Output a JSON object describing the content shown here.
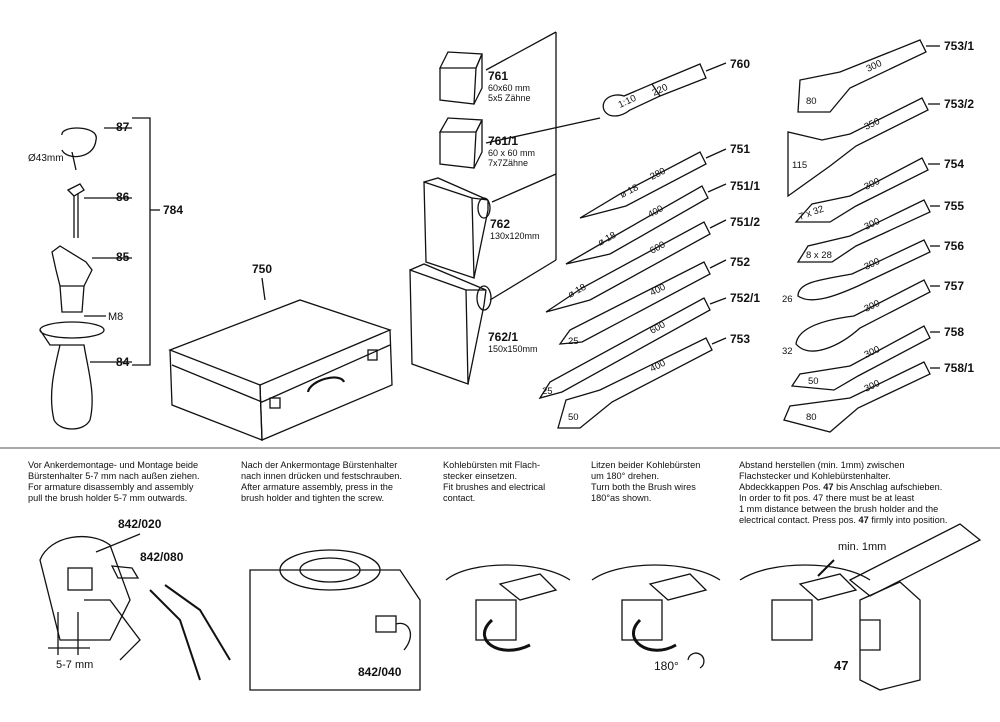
{
  "top_labels": {
    "n87": "87",
    "n86": "86",
    "n85": "85",
    "n84": "84",
    "n784": "784",
    "m8": "M8",
    "d43": "Ø43mm",
    "n750": "750",
    "n761": "761",
    "n761_l1": "60x60 mm",
    "n761_l2": "5x5 Zähne",
    "n761_1": "761/1",
    "n761_1_l1": "60 x 60 mm",
    "n761_1_l2": "7x7Zähne",
    "n762": "762",
    "n762_l1": "130x120mm",
    "n762_1": "762/1",
    "n762_1_l1": "150x150mm",
    "n760": "760",
    "n751": "751",
    "n751_1": "751/1",
    "n751_2": "751/2",
    "n752": "752",
    "n752_1": "752/1",
    "n753": "753",
    "n753_1": "753/1",
    "n753_2": "753/2",
    "n754": "754",
    "n755": "755",
    "n756": "756",
    "n757": "757",
    "n758": "758",
    "n758_1": "758/1"
  },
  "tool_dims": {
    "t760a": "1:10",
    "t760b": "220",
    "t751a": "ø 18",
    "t751b": "280",
    "t7511a": "ø 18",
    "t7511b": "400",
    "t7512a": "ø 18",
    "t7512b": "600",
    "t752": "400",
    "t7521a": "600",
    "t7521b": "25",
    "t753a": "400",
    "t753b": "25",
    "t753c": "50",
    "t7531a": "300",
    "t7531b": "80",
    "t7532a": "350",
    "t7532b": "115",
    "t754a": "300",
    "t754b": "7 x 32",
    "t755a": "300",
    "t755b": "8 x 28",
    "t756a": "300",
    "t756b": "26",
    "t757a": "300",
    "t757b": "32",
    "t758a": "300",
    "t758b": "50",
    "t7581a": "300",
    "t7581b": "80"
  },
  "instructions": [
    "Vor Ankerdemontage- und Montage beide\nBürstenhalter 5-7 mm nach außen ziehen.\nFor armature disassembly and assembly\npull the brush holder 5-7 mm outwards.",
    "Nach der Ankermontage Bürstenhalter\nnach innen drücken und festschrauben.\nAfter armature assembly, press in the\nbrush holder and tighten the screw.",
    "Kohlebürsten mit Flach-\nstecker einsetzen.\nFit brushes and electrical\ncontact.",
    "Litzen beider Kohlebürsten\num 180° drehen.\nTurn both the Brush wires\n180°as shown."
  ],
  "instruction5": {
    "l1": "Abstand herstellen (min. 1mm) zwischen",
    "l2": "Flachstecker und Kohlebürstenhalter.",
    "l3a": "Abdeckkappen Pos. ",
    "l3b": "47",
    "l3c": " bis Anschlag aufschieben.",
    "l4": "In order to fit pos. 47 there must be at least",
    "l5": "1 mm distance between the brush holder and the",
    "l6a": "electrical contact. Press pos. ",
    "l6b": "47",
    "l6c": " firmly into position."
  },
  "bottom_labels": {
    "p842_020": "842/020",
    "p842_080": "842/080",
    "mm57": "5-7 mm",
    "p842_040": "842/040",
    "deg180": "180°",
    "min1": "min. 1mm",
    "p47": "47"
  }
}
